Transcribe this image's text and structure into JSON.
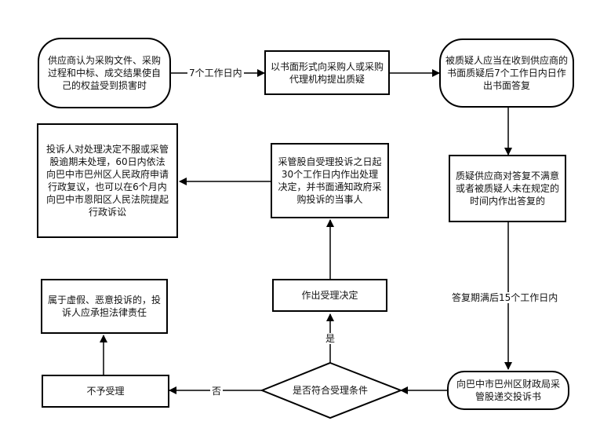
{
  "nodes": {
    "n1": "供应商认为采购文件、采购过程和中标、成交结果使自己的权益受到损害时",
    "n2": "以书面形式向采购人或采购代理机构提出质疑",
    "n3": "被质疑人应当在收到供应商的书面质疑后7个工作日内日作出书面答复",
    "n4": "质疑供应商对答复不满意或者被质疑人未在规定的时间内作出答复的",
    "n5": "向巴中市巴州区财政局采管股递交投诉书",
    "n6": "是否符合受理条件",
    "n7": "不予受理",
    "n8": "属于虚假、恶意投诉的，投诉人应承担法律责任",
    "n9": "作出受理决定",
    "n10": "采管股自受理投诉之日起30个工作日内作出处理决定，并书面通知政府采购投诉的当事人",
    "n11": "投诉人对处理决定不服或采管股逾期未处理，60日内依法向巴中市巴州区人民政府申请行政复议，也可以在6个月内向巴中市恩阳区人民法院提起行政诉讼"
  },
  "edge_labels": {
    "e1": "7个工作日内",
    "e2": "答复期满后15个工作日内",
    "yes": "是",
    "no": "否"
  }
}
